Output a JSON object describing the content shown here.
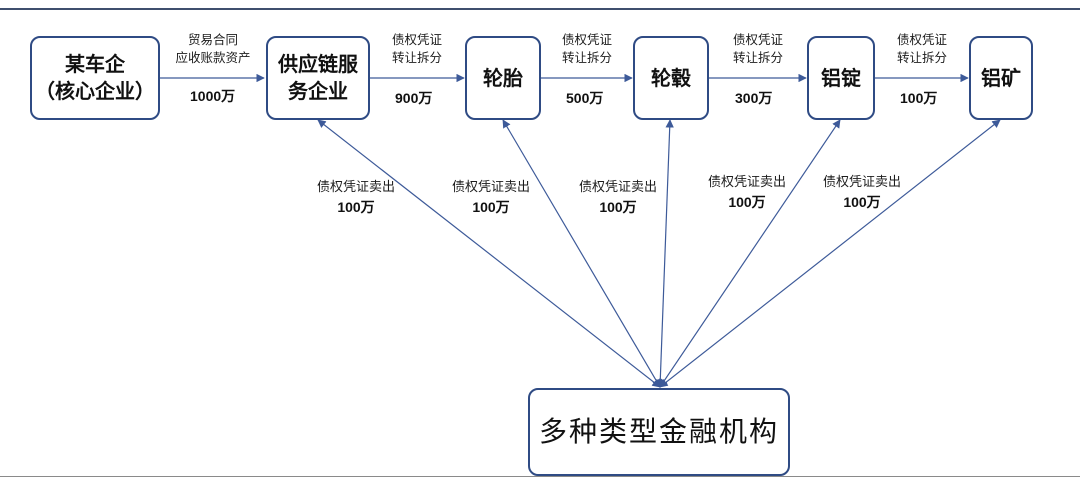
{
  "nodes": {
    "core": {
      "line1": "某车企",
      "line2": "（核心企业）"
    },
    "supply": {
      "line1": "供应链服",
      "line2": "务企业"
    },
    "tire": {
      "line1": "轮胎"
    },
    "hub": {
      "line1": "轮毂"
    },
    "ingot": {
      "line1": "铝锭"
    },
    "ore": {
      "line1": "铝矿"
    },
    "finance": {
      "line1": "多种类型金融机构"
    }
  },
  "edges": [
    {
      "label1": "贸易合同",
      "label2": "应收账款资产",
      "amount": "1000万"
    },
    {
      "label1": "债权凭证",
      "label2": "转让拆分",
      "amount": "900万"
    },
    {
      "label1": "债权凭证",
      "label2": "转让拆分",
      "amount": "500万"
    },
    {
      "label1": "债权凭证",
      "label2": "转让拆分",
      "amount": "300万"
    },
    {
      "label1": "债权凭证",
      "label2": "转让拆分",
      "amount": "100万"
    }
  ],
  "sales": [
    {
      "label": "债权凭证卖出",
      "amount": "100万"
    },
    {
      "label": "债权凭证卖出",
      "amount": "100万"
    },
    {
      "label": "债权凭证卖出",
      "amount": "100万"
    },
    {
      "label": "债权凭证卖出",
      "amount": "100万"
    },
    {
      "label": "债权凭证卖出",
      "amount": "100万"
    }
  ],
  "colors": {
    "border": "#2f4b84",
    "arrow": "#3d5a99",
    "rule": "#3f4f6e"
  }
}
